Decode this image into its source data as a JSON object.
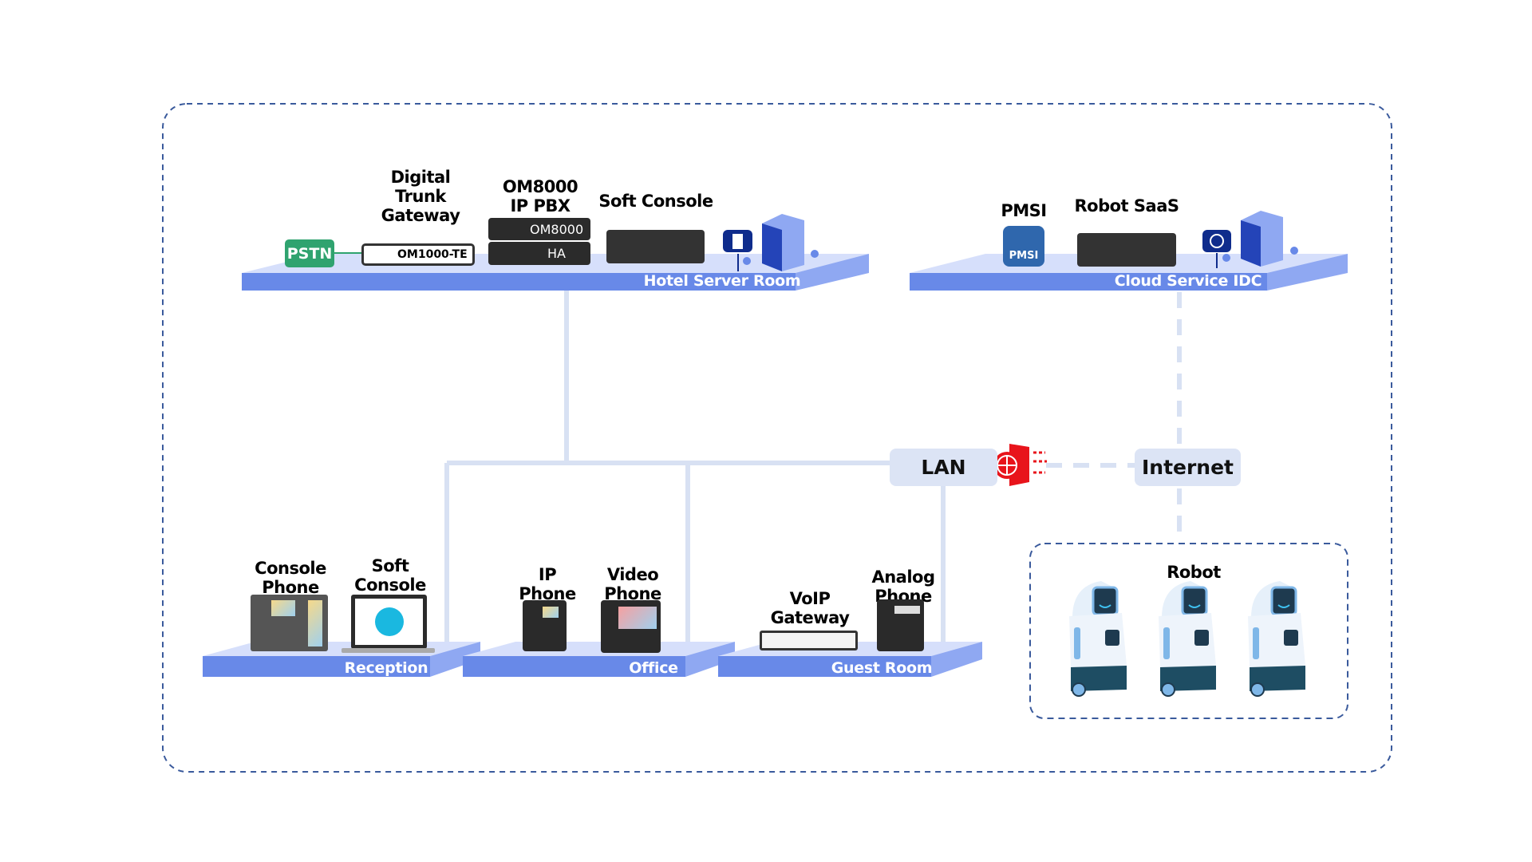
{
  "colors": {
    "platform_front": "#6889e8",
    "platform_top": "#d6dffb",
    "platform_side": "#8fa8f2",
    "link": "#d8e1f3",
    "border": "#3a5a9c",
    "pstn": "#2fa36f",
    "firewall": "#e8141b"
  },
  "hotel": {
    "label": "Hotel Server Room",
    "pstn": "PSTN",
    "gateway_title": "Digital\nTrunk\nGateway",
    "gateway_model": "OM1000-TE",
    "pbx_title": "OM8000\nIP PBX",
    "pbx_primary": "OM8000",
    "pbx_ha": "HA",
    "soft_console_title": "Soft Console"
  },
  "cloud": {
    "label": "Cloud Service IDC",
    "pmsi_title": "PMSI",
    "pmsi_icon_text": "PMSI",
    "robot_saas_title": "Robot SaaS"
  },
  "network": {
    "lan": "LAN",
    "internet": "Internet"
  },
  "reception": {
    "label": "Reception",
    "console_phone": "Console\nPhone",
    "soft_console": "Soft\nConsole"
  },
  "office": {
    "label": "Office",
    "ip_phone": "IP\nPhone",
    "video_phone": "Video\nPhone"
  },
  "guest_room": {
    "label": "Guest Room",
    "voip_gateway": "VoIP\nGateway",
    "analog_phone": "Analog\nPhone"
  },
  "robot": {
    "title": "Robot",
    "count": 3
  }
}
